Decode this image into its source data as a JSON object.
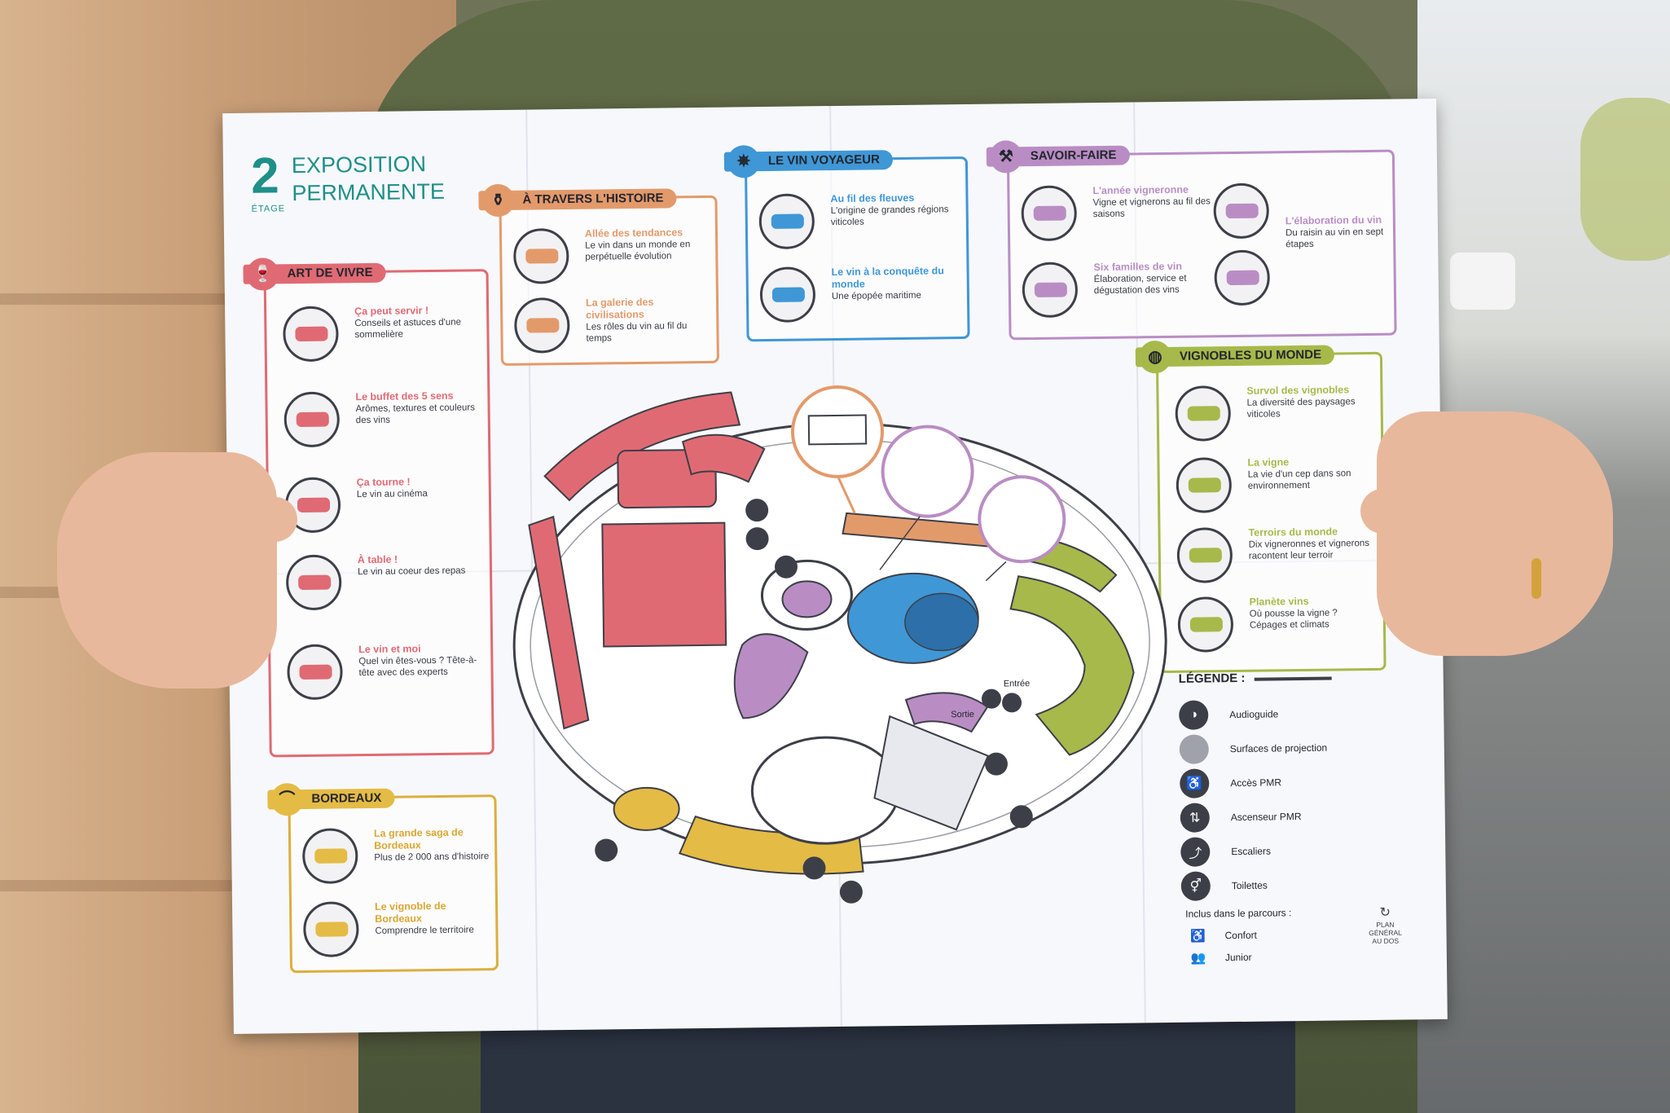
{
  "colors": {
    "teal": "#1f8f8a",
    "art_de_vivre": "#e06a73",
    "histoire": "#e39a6b",
    "vin_voyageur": "#3f97d6",
    "savoir_faire": "#b98dc4",
    "vignobles": "#a7b94a",
    "bordeaux": "#e4bb45",
    "ink": "#3d3f48"
  },
  "header": {
    "floor_number": "2",
    "floor_label": "ÉTAGE",
    "title_line1": "EXPOSITION",
    "title_line2": "PERMANENTE"
  },
  "sections": {
    "art_de_vivre": {
      "label": "ART DE VIVRE",
      "icon": "glasses-icon",
      "items": [
        {
          "title": "Ça peut servir !",
          "desc": "Conseils et astuces d'une sommelière"
        },
        {
          "title": "Le buffet des 5 sens",
          "desc": "Arômes, textures et couleurs des vins"
        },
        {
          "title": "Ça tourne !",
          "desc": "Le vin au cinéma"
        },
        {
          "title": "À table !",
          "desc": "Le vin au coeur des repas"
        },
        {
          "title": "Le vin et moi",
          "desc": "Quel vin êtes-vous ? Tête-à-tête avec des experts"
        }
      ]
    },
    "histoire": {
      "label": "À TRAVERS L'HISTOIRE",
      "icon": "amphora-icon",
      "items": [
        {
          "title": "Allée des tendances",
          "desc": "Le vin dans un monde en perpétuelle évolution"
        },
        {
          "title": "La galerie des civilisations",
          "desc": "Les rôles du vin au fil du temps"
        }
      ]
    },
    "vin_voyageur": {
      "label": "LE VIN VOYAGEUR",
      "icon": "compass-icon",
      "items": [
        {
          "title": "Au fil des fleuves",
          "desc": "L'origine de grandes régions viticoles"
        },
        {
          "title": "Le vin à la conquête du monde",
          "desc": "Une épopée maritime"
        }
      ]
    },
    "savoir_faire": {
      "label": "SAVOIR-FAIRE",
      "icon": "winemaker-icon",
      "items": [
        {
          "title": "L'année vigneronne",
          "desc": "Vigne et vignerons au fil des saisons"
        },
        {
          "title": "Six familles de vin",
          "desc": "Élaboration, service et dégustation des vins"
        },
        {
          "title": "L'élaboration du vin",
          "desc": "Du raisin au vin en sept étapes"
        }
      ]
    },
    "vignobles": {
      "label": "VIGNOBLES DU MONDE",
      "icon": "globe-icon",
      "items": [
        {
          "title": "Survol des vignobles",
          "desc": "La diversité des paysages viticoles"
        },
        {
          "title": "La vigne",
          "desc": "La vie d'un cep dans son environnement"
        },
        {
          "title": "Terroirs du monde",
          "desc": "Dix vigneronnes et vignerons racontent leur terroir"
        },
        {
          "title": "Planète vins",
          "desc": "Où pousse la vigne ? Cépages et climats"
        }
      ]
    },
    "bordeaux": {
      "label": "BORDEAUX",
      "icon": "bridge-icon",
      "items": [
        {
          "title": "La grande saga de Bordeaux",
          "desc": "Plus de 2 000 ans d'histoire"
        },
        {
          "title": "Le vignoble de Bordeaux",
          "desc": "Comprendre le territoire"
        }
      ]
    }
  },
  "map": {
    "entree": "Entrée",
    "sortie": "Sortie"
  },
  "legend": {
    "title": "LÉGENDE :",
    "entries": [
      {
        "label": "Audioguide",
        "icon": "audioguide-icon",
        "glyph": "◑"
      },
      {
        "label": "Surfaces de projection",
        "icon": "projection-surface-icon",
        "glyph": ""
      },
      {
        "label": "Accès PMR",
        "icon": "wheelchair-icon",
        "glyph": "♿"
      },
      {
        "label": "Ascenseur PMR",
        "icon": "elevator-icon",
        "glyph": "⇅"
      },
      {
        "label": "Escaliers",
        "icon": "stairs-icon",
        "glyph": "⤴"
      },
      {
        "label": "Toilettes",
        "icon": "toilets-icon",
        "glyph": "⚥"
      }
    ],
    "included_label": "Inclus dans le parcours :",
    "parcours": [
      {
        "label": "Confort",
        "icon": "confort-icon",
        "glyph": "♿"
      },
      {
        "label": "Junior",
        "icon": "junior-icon",
        "glyph": "👥"
      }
    ]
  },
  "back_note": {
    "line1": "PLAN",
    "line2": "GÉNÉRAL",
    "line3": "AU DOS"
  }
}
